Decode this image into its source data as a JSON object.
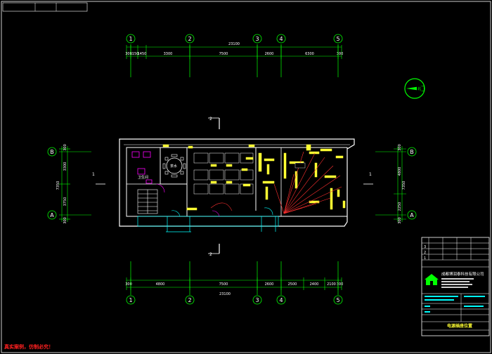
{
  "drawing": {
    "axes_top": [
      "1",
      "2",
      "3",
      "4",
      "5"
    ],
    "axes_bottom": [
      "1",
      "2",
      "3",
      "4",
      "5"
    ],
    "axes_side": [
      "B",
      "A"
    ],
    "top_total": "23100",
    "top_segments": [
      "300",
      "1150",
      "1450",
      "3300",
      "7500",
      "2600",
      "6300",
      "300"
    ],
    "bottom_total": "23100",
    "bottom_segments": [
      "300",
      "4800",
      "7500",
      "2600",
      "2500",
      "2400",
      "2100",
      "300"
    ],
    "left_total": "7350",
    "left_segments": [
      "300",
      "3300",
      "3750",
      "300"
    ],
    "right_total": "7350",
    "right_segments": [
      "300",
      "4800",
      "2250",
      "300"
    ],
    "section_marks": [
      "1",
      "1",
      "2",
      "2"
    ],
    "room_labels": [
      "卫生间",
      "茶水"
    ],
    "north_label": "北"
  },
  "title_block": {
    "revision_rows": [
      "3",
      "2",
      "1"
    ],
    "company": "成都博润泰科技有限公司",
    "drawing_title": "电源插座位置"
  },
  "footer_note": "真实案例，仿制必究！",
  "colors": {
    "background": "#000000",
    "axis": "#00ff00",
    "dim": "#ffffff",
    "wall": "#ffffff",
    "equipment": "#ffff33",
    "wiring": "#ff3030",
    "accent": "#ff00ff",
    "highlight": "#00ffff"
  }
}
